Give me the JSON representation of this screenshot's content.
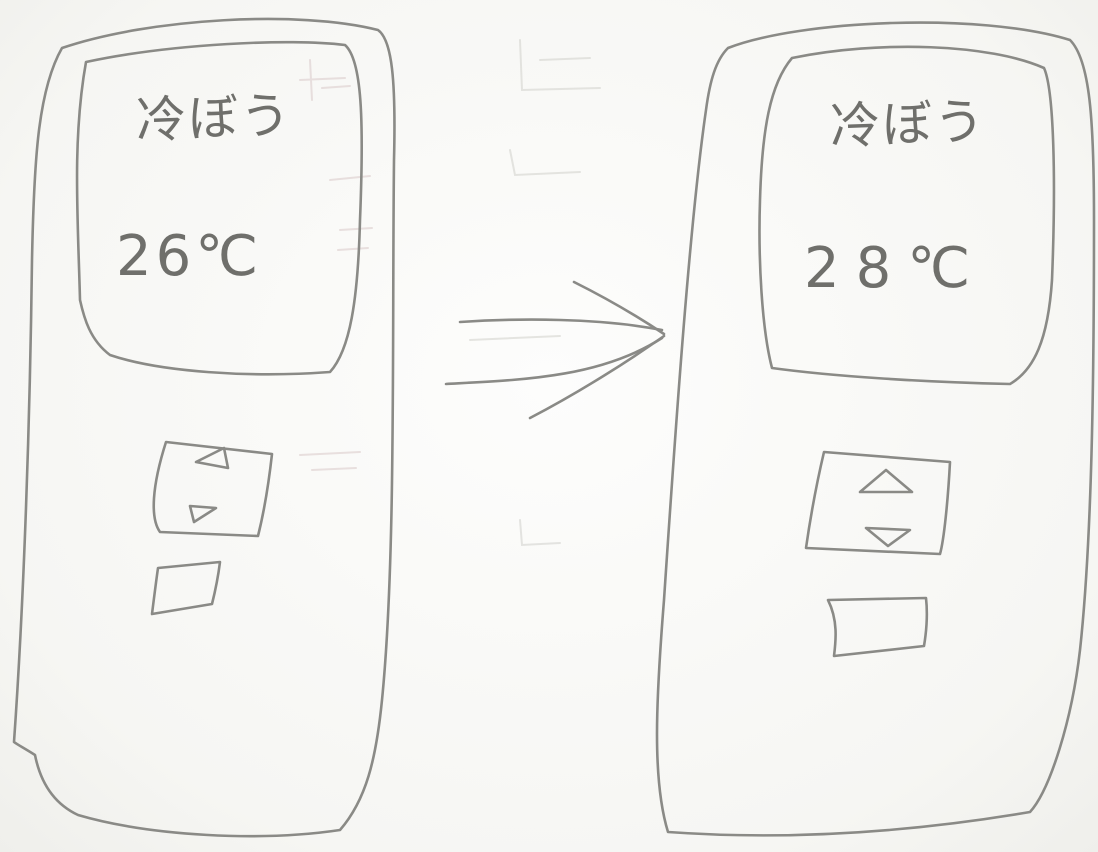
{
  "before": {
    "mode_label": "冷ぼう",
    "temperature": "26℃"
  },
  "after": {
    "mode_label": "冷ぼう",
    "temperature": "28℃"
  },
  "arrow_icon": "double-arrow-right-icon"
}
